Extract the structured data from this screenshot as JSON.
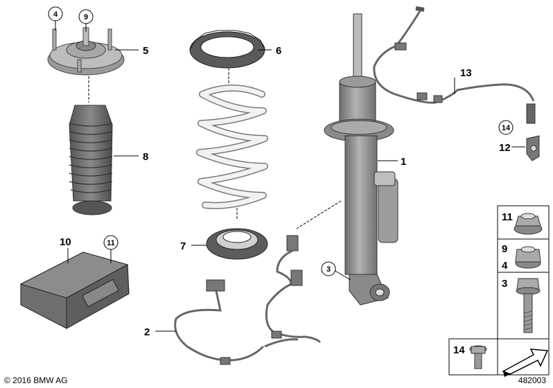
{
  "labels": {
    "part_1": "1",
    "part_2": "2",
    "part_3": "3",
    "part_4": "4",
    "part_5": "5",
    "part_6": "6",
    "part_7": "7",
    "part_8": "8",
    "part_9": "9",
    "part_10": "10",
    "part_11": "11",
    "part_12": "12",
    "part_13": "13",
    "part_14": "14"
  },
  "side_panel": {
    "row_1": [
      "11"
    ],
    "row_2": [
      "9",
      "4"
    ],
    "row_3": [
      "3"
    ],
    "row_4": [
      "14"
    ]
  },
  "footer": {
    "copyright": "© 2016 BMW AG",
    "drawing_number": "482003"
  },
  "colors": {
    "line": "#000000",
    "part_gray": "#8e8e8e",
    "part_dark": "#555555",
    "spring_fill": "#f2f2f2"
  }
}
